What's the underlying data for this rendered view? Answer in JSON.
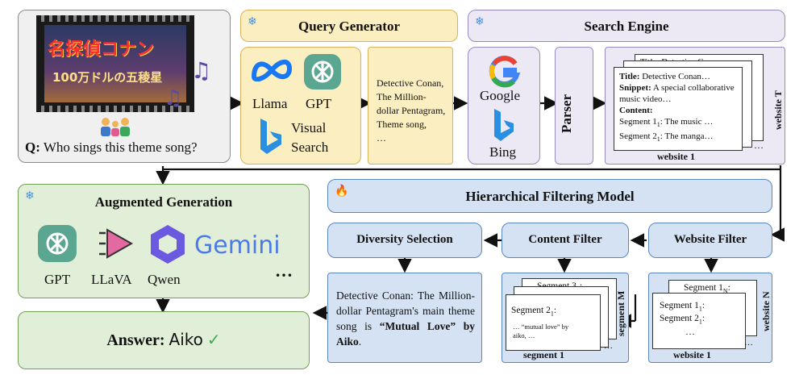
{
  "question": {
    "prefix": "Q:",
    "text": " Who sings this theme song?"
  },
  "query_generator": {
    "title": "Query Generator",
    "models": [
      "Llama",
      "GPT",
      "Visual",
      "Search"
    ],
    "queries": [
      "Detective Conan,",
      "The Million-",
      "dollar Pentagram,",
      "Theme song,",
      "…"
    ]
  },
  "search_engine": {
    "title": "Search Engine",
    "engines": [
      "Google",
      "Bing"
    ],
    "parser": "Parser",
    "page": {
      "back_title": "Title: Detective Conan …",
      "title_label": "Title:",
      "title_value": " Detective Conan…",
      "snippet_label": "Snippet:",
      "snippet_value": " A special collaborative music video…",
      "content_label": "Content:",
      "seg1": "Segment 1",
      "seg1_sub": "1",
      "seg1_rest": ": The music …",
      "seg2": "Segment 2",
      "seg2_sub": "1",
      "seg2_rest": ": The manga…",
      "dots": "…",
      "side_label": "website T",
      "bottom_label": "website 1"
    }
  },
  "augmented_generation": {
    "title": "Augmented Generation",
    "models": [
      "GPT",
      "LLaVA",
      "Qwen",
      "Gemini"
    ],
    "ellipsis": "…"
  },
  "answer": {
    "label": "Answer:",
    "value": "Aiko",
    "check": "✓"
  },
  "filtering": {
    "title": "Hierarchical Filtering Model",
    "diversity": "Diversity Selection",
    "content": "Content Filter",
    "website": "Website Filter",
    "diversity_text_1": "Detective Conan: The Million-dollar Pentagram's main theme song is ",
    "diversity_text_bold": "“Mutual Love” by Aiko",
    "diversity_text_end": ".",
    "segment_back": "Segment 3",
    "segment_back_sub": "5",
    "segment_front": "Segment 2",
    "segment_front_sub": "1",
    "segment_front_body": "… “mutual love” by aiko, …",
    "segment_side": "segment M",
    "segment_bottom": "segment 1",
    "website_back": "Segment 1",
    "website_back_sub": "N",
    "website_f1": "Segment 1",
    "website_f1_sub": "1",
    "website_f2": "Segment 2",
    "website_f2_sub": "1",
    "website_side": "website N",
    "website_bottom": "website 1",
    "dots": "…"
  },
  "image_badges": {
    "poster_text": "名探偵コナン",
    "poster_sub": "100万ドルの五稜星"
  },
  "colors": {
    "yellow": "#fbeec0",
    "purple": "#ece8f4",
    "blue": "#d4e2f3",
    "green": "#e2efd8"
  }
}
